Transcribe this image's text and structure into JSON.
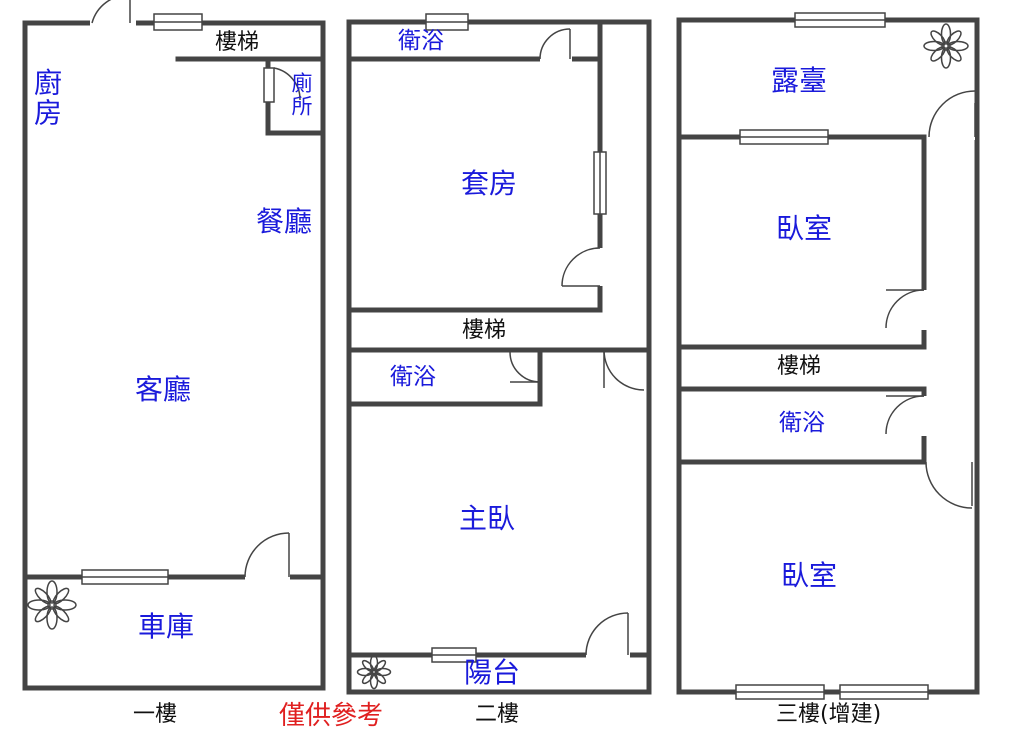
{
  "floors": {
    "f1": {
      "caption": "一樓",
      "rooms": {
        "kitchen": "廚房",
        "stairs": "樓梯",
        "toilet": "廁所",
        "dining": "餐廳",
        "living": "客廳",
        "garage": "車庫"
      }
    },
    "f2": {
      "caption": "二樓",
      "rooms": {
        "bath_top": "衛浴",
        "suite": "套房",
        "stairs": "樓梯",
        "bath_mid": "衛浴",
        "master": "主臥",
        "balcony": "陽台"
      }
    },
    "f3": {
      "caption": "三樓(增建)",
      "rooms": {
        "terrace": "露臺",
        "bedroom_top": "臥室",
        "stairs": "樓梯",
        "bath": "衛浴",
        "bedroom_bottom": "臥室"
      }
    }
  },
  "disclaimer": "僅供參考",
  "colors": {
    "room_label": "#1a1adb",
    "disclaimer": "#e02020",
    "wall": "#444444"
  }
}
